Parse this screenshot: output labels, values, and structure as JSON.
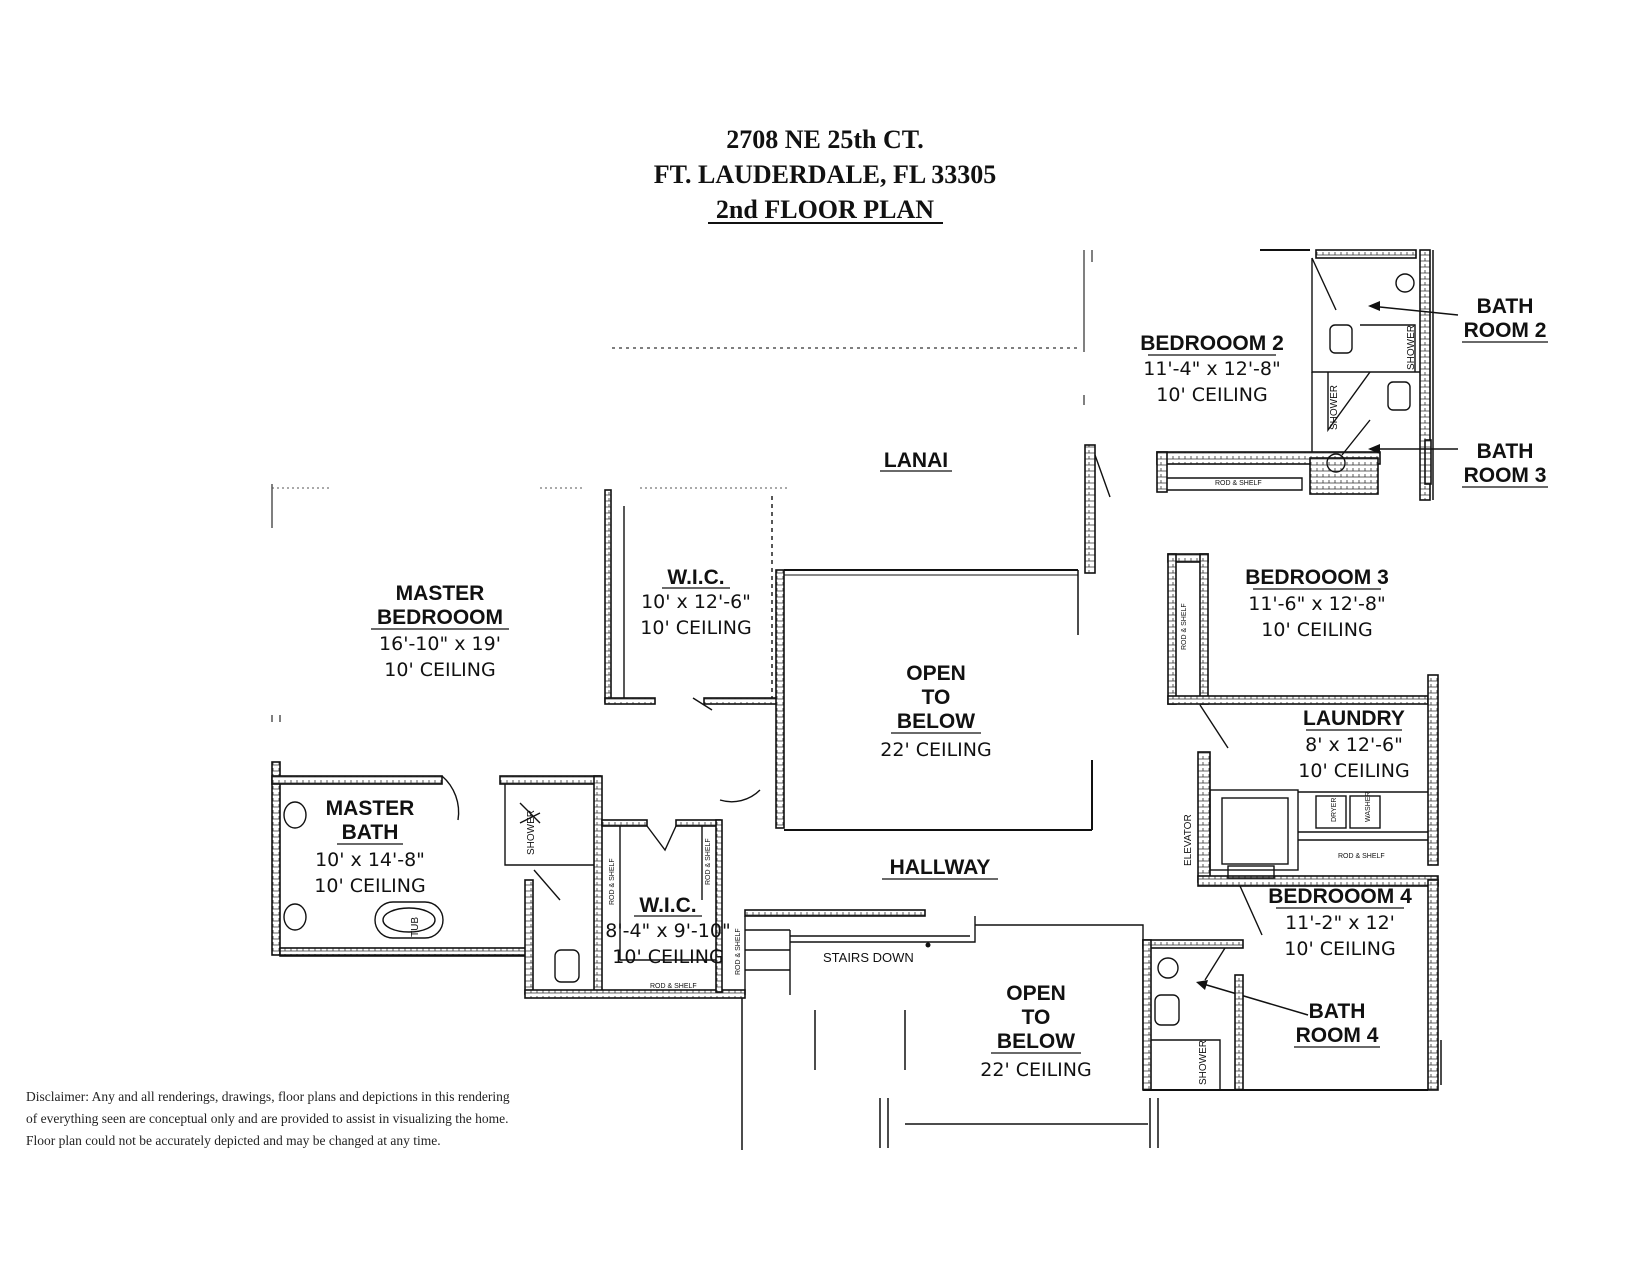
{
  "title": {
    "address_line": "2708 NE 25th CT.",
    "city_line": "FT. LAUDERDALE, FL 33305",
    "plan_name": "2nd FLOOR PLAN"
  },
  "rooms": {
    "master_bedroom": {
      "name_1": "MASTER",
      "name_2": "BEDROOOM",
      "dims": "16'-10\" x 19'",
      "ceiling": "10' CEILING"
    },
    "wic_1": {
      "name": "W.I.C.",
      "dims": "10' x 12'-6\"",
      "ceiling": "10' CEILING"
    },
    "lanai": {
      "name": "LANAI"
    },
    "open_below_1": {
      "name_1": "OPEN",
      "name_2": "TO",
      "name_3": "BELOW",
      "ceiling": "22' CEILING"
    },
    "bedroom_2": {
      "name": "BEDROOOM 2",
      "dims": "11'-4\" x 12'-8\"",
      "ceiling": "10' CEILING"
    },
    "bath_2": {
      "name_1": "BATH",
      "name_2": "ROOM 2"
    },
    "bath_3": {
      "name_1": "BATH",
      "name_2": "ROOM 3"
    },
    "bedroom_3": {
      "name": "BEDROOOM 3",
      "dims": "11'-6\" x 12'-8\"",
      "ceiling": "10' CEILING"
    },
    "laundry": {
      "name": "LAUNDRY",
      "dims": "8' x 12'-6\"",
      "ceiling": "10' CEILING"
    },
    "master_bath": {
      "name_1": "MASTER",
      "name_2": "BATH",
      "dims": "10' x 14'-8\"",
      "ceiling": "10' CEILING"
    },
    "wic_2": {
      "name": "W.I.C.",
      "dims": "8'-4\" x 9'-10\"",
      "ceiling": "10' CEILING"
    },
    "hallway": {
      "name": "HALLWAY"
    },
    "bedroom_4": {
      "name": "BEDROOOM 4",
      "dims": "11'-2\" x 12'",
      "ceiling": "10' CEILING"
    },
    "bath_4": {
      "name_1": "BATH",
      "name_2": "ROOM 4"
    },
    "open_below_2": {
      "name_1": "OPEN",
      "name_2": "TO",
      "name_3": "BELOW",
      "ceiling": "22' CEILING"
    }
  },
  "fixture_labels": {
    "shower": "SHOWER",
    "tub": "TUB",
    "rod_shelf": "ROD & SHELF",
    "stairs": "STAIRS DOWN",
    "elevator": "ELEVATOR",
    "dryer": "DRYER",
    "washer": "WASHER"
  },
  "disclaimer": [
    "Disclaimer: Any and all renderings, drawings, floor plans and depictions in this rendering",
    "of everything seen are conceptual only and are provided to assist in visualizing the home.",
    "Floor plan could not be accurately depicted and may be changed at any time."
  ]
}
